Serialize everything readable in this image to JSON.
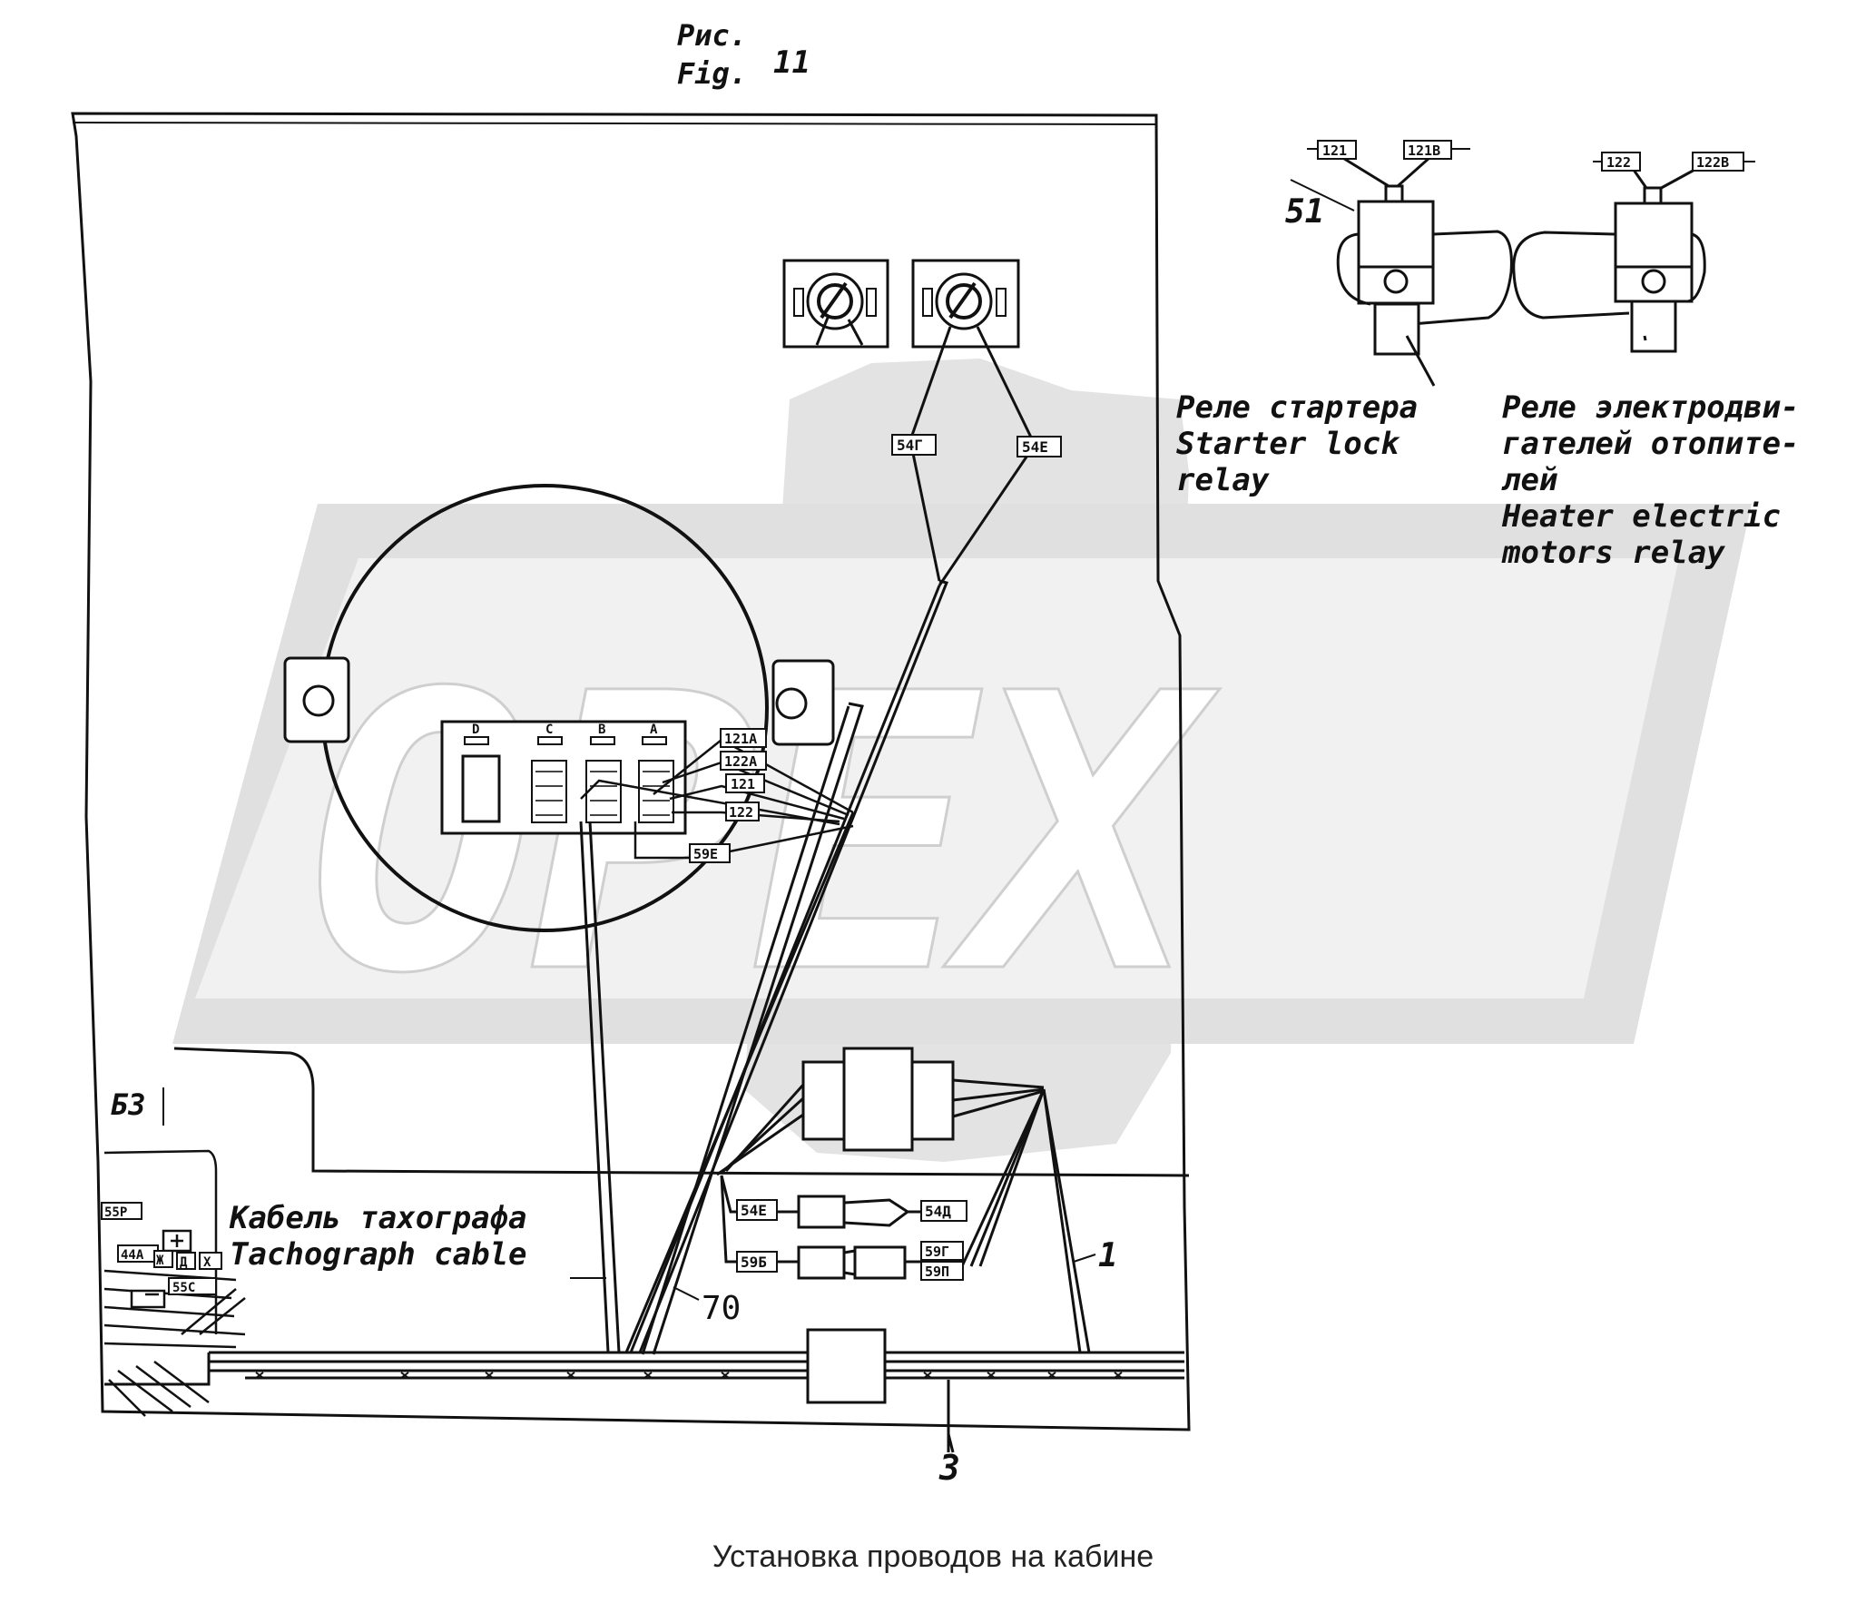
{
  "figure": {
    "label_ru": "Рис.",
    "label_en": "Fig.",
    "number": "11"
  },
  "watermark": {
    "text": "OPEX",
    "color": "#d8d8d8"
  },
  "relays": {
    "starter": {
      "callout": "51",
      "wire_left": "121",
      "wire_right": "121В",
      "label_ru": "Реле стартера",
      "label_en_1": "Starter lock",
      "label_en_2": "relay"
    },
    "heater": {
      "wire_left": "122",
      "wire_right": "122В",
      "label_ru_1": "Реле электродви-",
      "label_ru_2": "гателей отопите-",
      "label_ru_3": "лей",
      "label_en_1": "Heater electric",
      "label_en_2": "motors relay"
    }
  },
  "switch_wires": {
    "left": "54Г",
    "right": "54Е"
  },
  "connector_block": {
    "columns": [
      "D",
      "C",
      "B",
      "A"
    ],
    "wires": [
      "121А",
      "122А",
      "121",
      "122",
      "59Е"
    ]
  },
  "lower_connectors": {
    "left_top": "54Е",
    "right_top": "54Д",
    "left_bottom": "59Б",
    "right_bottom_1": "59Г",
    "right_bottom_2": "59П"
  },
  "left_edge": {
    "section_mark": "Б3",
    "wires": [
      "55Р",
      "44А",
      "Ж",
      "Д",
      "Х",
      "55С"
    ]
  },
  "tachograph": {
    "label_ru": "Кабель тахографа",
    "label_en": "Tachograph cable"
  },
  "callouts": {
    "harness_1": "1",
    "harness_70": "70",
    "harness_3": "3"
  },
  "caption": "Установка проводов на кабине"
}
